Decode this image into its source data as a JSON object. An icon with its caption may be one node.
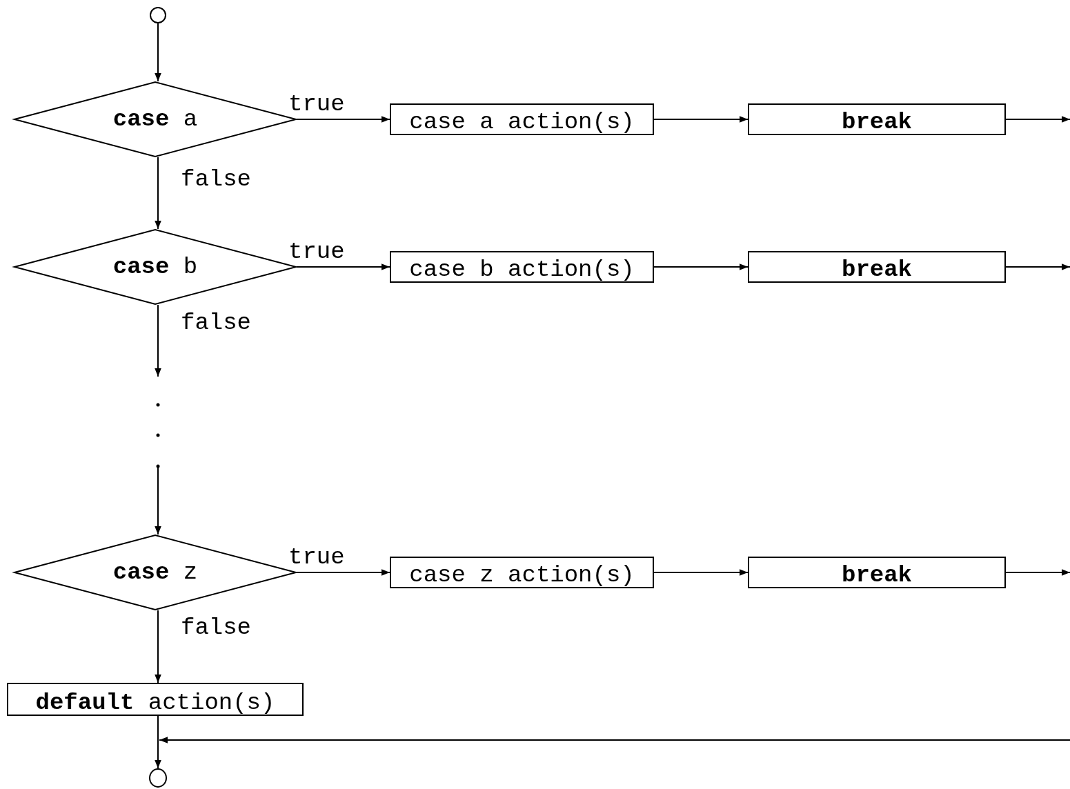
{
  "diagram": {
    "nodes": [
      {
        "text": [],
        "shape": "circle"
      },
      {
        "text": [
          "**case** a"
        ]
      },
      {
        "text": [
          "case a action(s)"
        ]
      },
      {
        "text": [
          "break"
        ]
      },
      {
        "text": [
          "**case** b"
        ]
      },
      {
        "text": [
          "case b action(s)"
        ]
      },
      {
        "text": [
          "break"
        ]
      },
      {
        "text": [
          "**case** z"
        ]
      },
      {
        "text": [
          "case z action(s)"
        ]
      },
      {
        "text": [
          "break"
        ]
      },
      {
        "text": [
          "**default** action(s)"
        ]
      },
      {
        "text": [],
        "shape": "circle"
      }
    ],
    "edges": [
      {
        "from": 0,
        "to": 1,
        "arrow": "to"
      },
      {
        "from": 1,
        "to": 2,
        "arrow": "to",
        "label": "true"
      },
      {
        "from": 2,
        "to": 3,
        "arrow": "to"
      },
      {
        "from": 3,
        "to": null,
        "arrow": "to"
      },
      {
        "from": 1,
        "to": 4,
        "arrow": "to",
        "label": "false"
      },
      {
        "from": 4,
        "to": 5,
        "arrow": "to",
        "label": "true"
      },
      {
        "from": 5,
        "to": 6,
        "arrow": "to"
      },
      {
        "from": 6,
        "to": null,
        "arrow": "to"
      },
      {
        "from": 4,
        "to": null,
        "arrow": "to",
        "label": "false"
      },
      {
        "from": null,
        "to": 7,
        "arrow": "to"
      },
      {
        "from": 7,
        "to": 8,
        "arrow": "to",
        "label": "true"
      },
      {
        "from": 8,
        "to": 9,
        "arrow": "to"
      },
      {
        "from": 9,
        "to": null,
        "arrow": "to"
      },
      {
        "from": 7,
        "to": 10,
        "arrow": "to",
        "label": "false"
      },
      {
        "from": 10,
        "to": 11,
        "arrow": "to"
      },
      {
        "from": null,
        "to": 11,
        "arrow": "to"
      }
    ]
  }
}
